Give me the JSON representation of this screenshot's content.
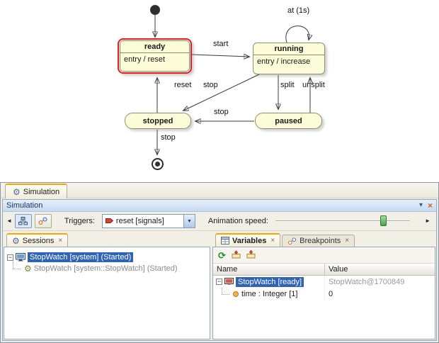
{
  "diagram": {
    "states": {
      "ready": {
        "name": "ready",
        "entry": "entry / reset"
      },
      "running": {
        "name": "running",
        "entry": "entry / increase"
      },
      "stopped": {
        "name": "stopped"
      },
      "paused": {
        "name": "paused"
      }
    },
    "transitions": {
      "at_1s": "at (1s)",
      "start": "start",
      "reset": "reset",
      "stop_running_to_stopped": "stop",
      "split": "split",
      "unsplit": "unsplit",
      "stop_paused_to_stopped": "stop",
      "stop_stopped_to_final": "stop"
    }
  },
  "simulation": {
    "main_tab": "Simulation",
    "panel_title": "Simulation",
    "toolbar": {
      "triggers_label": "Triggers:",
      "trigger_value": "reset [signals]",
      "animation_speed_label": "Animation speed:"
    },
    "sessions_pane": {
      "tab_label": "Sessions",
      "items": [
        {
          "label": "StopWatch [system] (Started)"
        },
        {
          "label": "StopWatch [system::StopWatch] (Started)"
        }
      ]
    },
    "variables_pane": {
      "variables_tab_label": "Variables",
      "breakpoints_tab_label": "Breakpoints",
      "columns": {
        "name": "Name",
        "value": "Value"
      },
      "rows": [
        {
          "name": "StopWatch [ready]",
          "value": "StopWatch@1700849"
        },
        {
          "name": "time : Integer [1]",
          "value": "0"
        }
      ]
    },
    "icons": {
      "gear": "⚙",
      "close": "×",
      "minus": "−",
      "dropdown_arrow": "▼",
      "nav_left": "◄",
      "nav_right": "►",
      "refresh": "⟳",
      "dock": "▾"
    },
    "colors": {
      "selection_blue": "#2f63b8",
      "state_fill": "#fdfcd8",
      "state_border": "#8f8f6b",
      "selection_red": "#f01818",
      "slider_green": "#4aa54a",
      "value_gray": "#9a9a9a",
      "tab_orange": "#f5a800"
    }
  }
}
